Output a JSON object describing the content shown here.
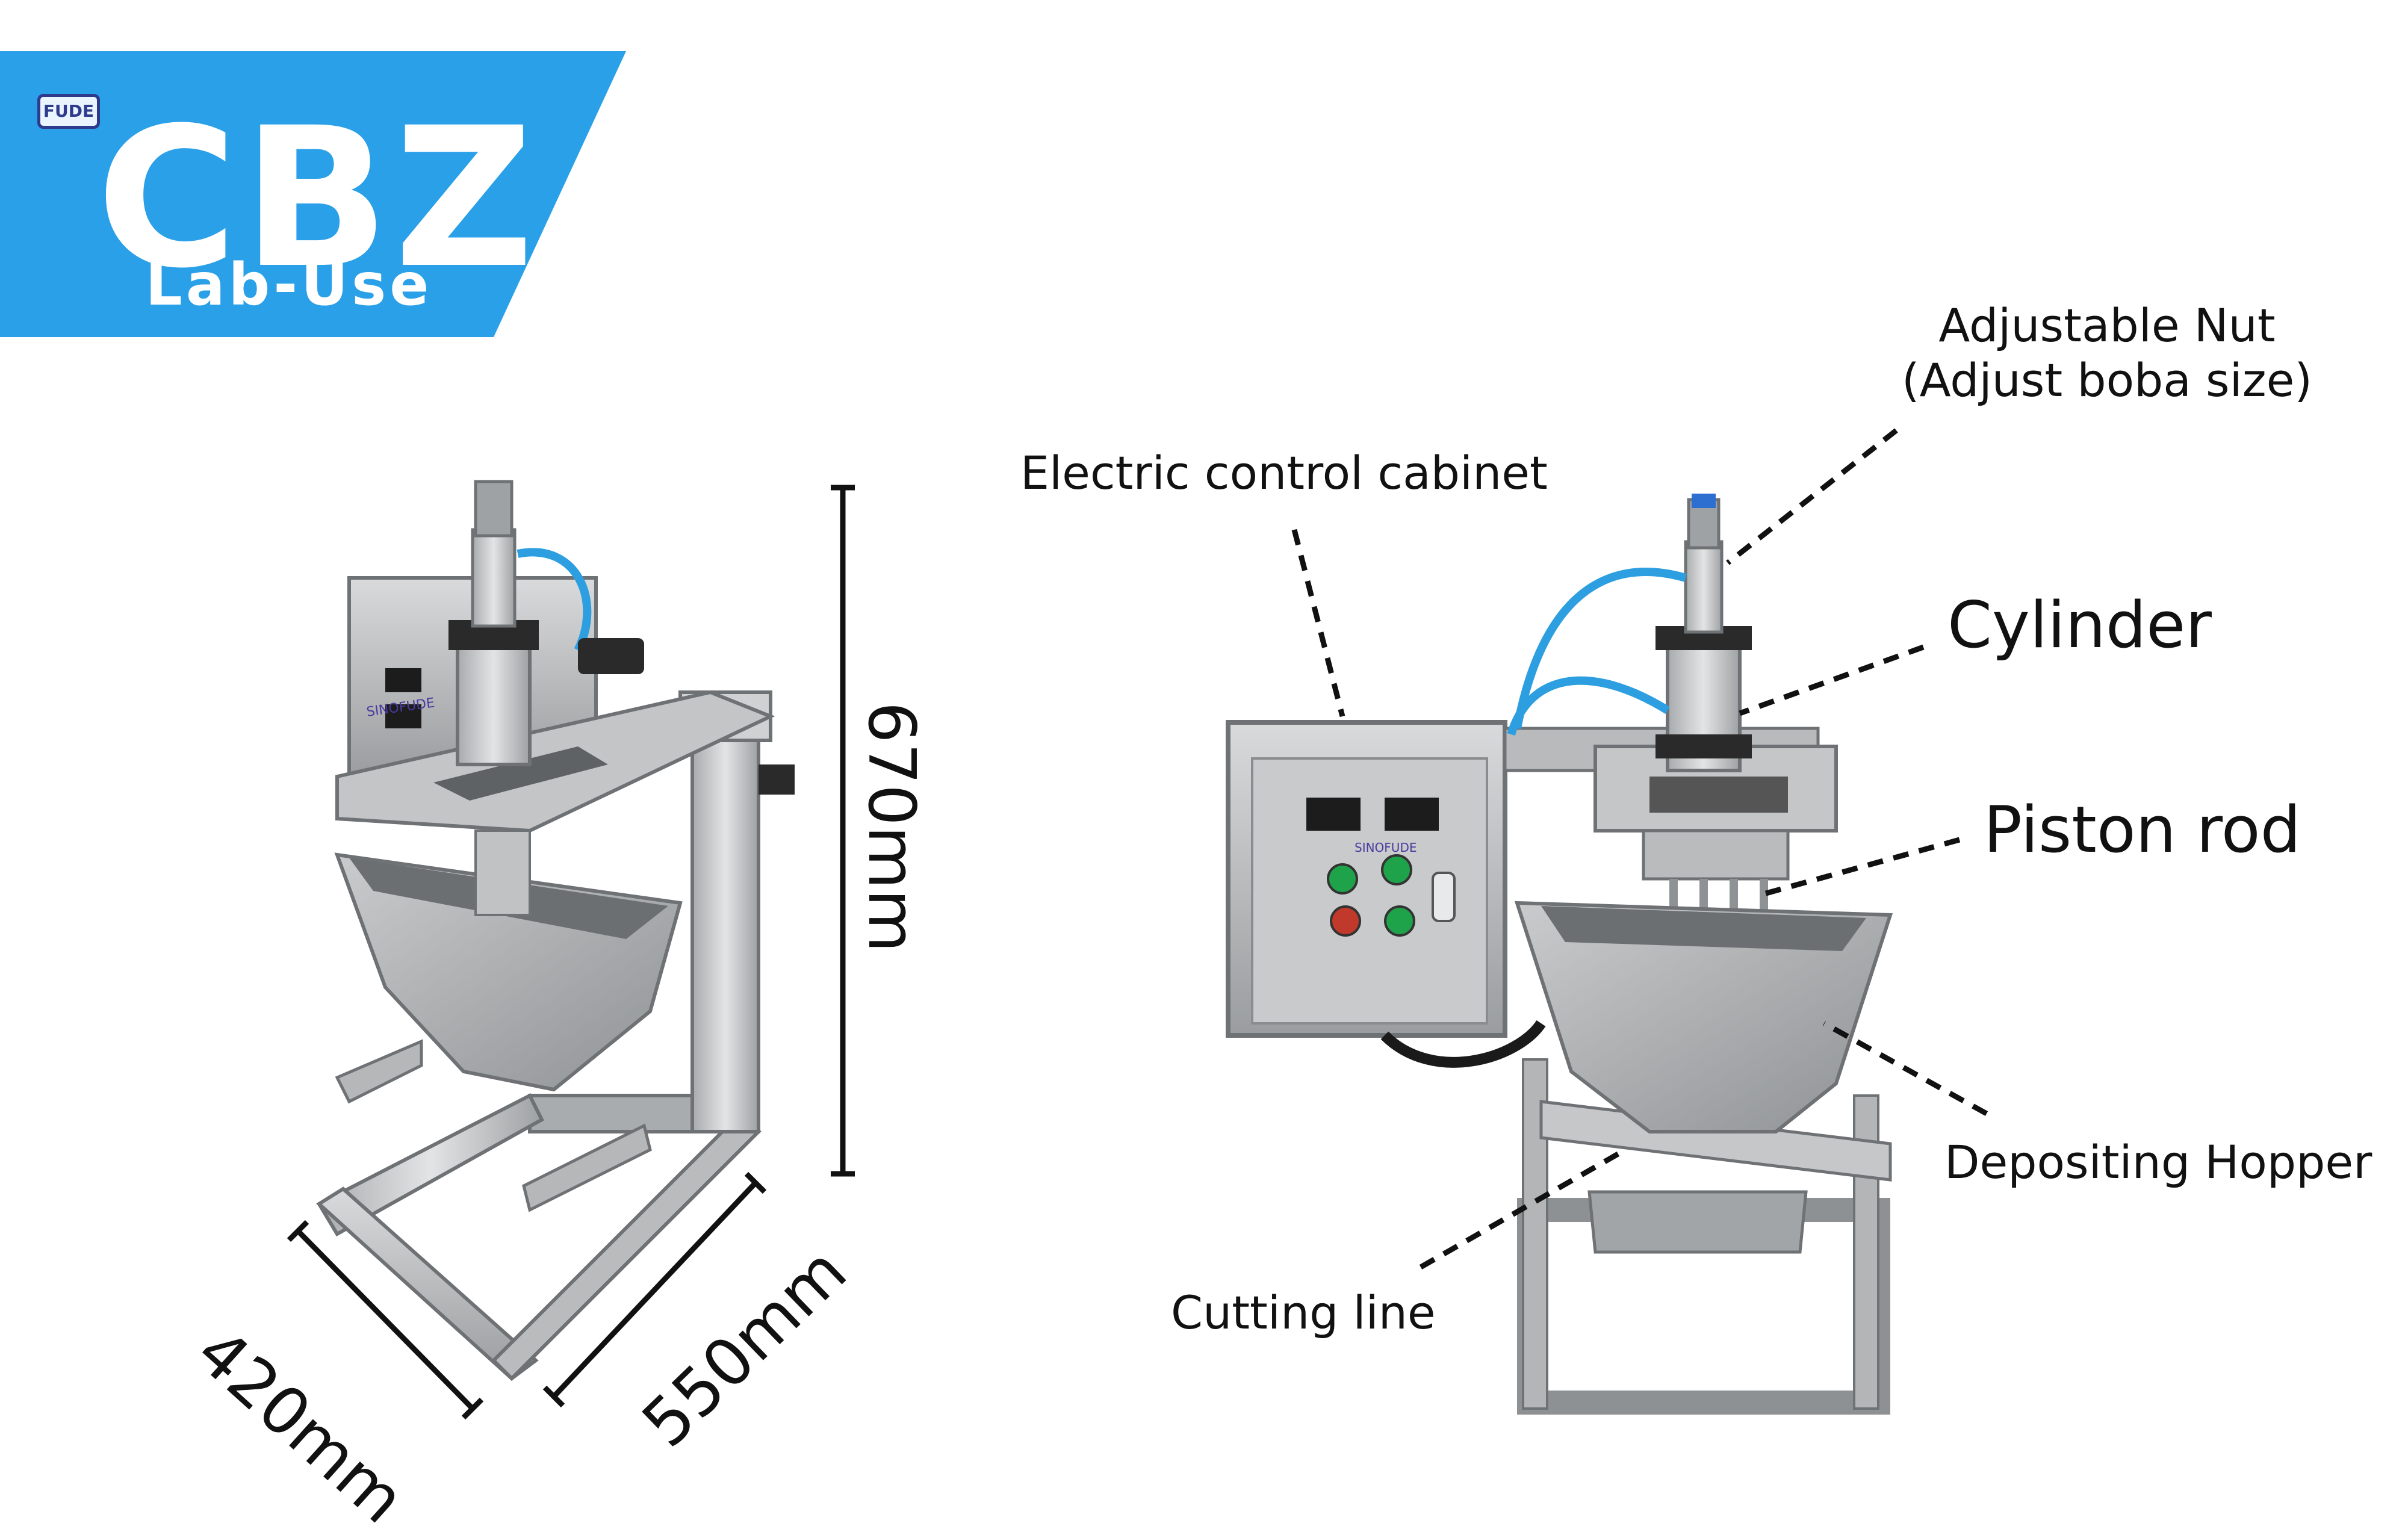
{
  "brand": {
    "badge_text": "FUDE",
    "title": "CBZ",
    "subtitle": "Lab-Use",
    "banner_color": "#2aa0e8"
  },
  "dimensions": {
    "height": "670mm",
    "depth": "420mm",
    "width": "550mm"
  },
  "labels": {
    "adjustable_nut_line1": "Adjustable Nut",
    "adjustable_nut_line2": "(Adjust boba size)",
    "electric_cabinet": "Electric control cabinet",
    "cylinder": "Cylinder",
    "piston_rod": "Piston rod",
    "depositing_hopper": "Depositing Hopper",
    "cutting_line": "Cutting line"
  },
  "machine_markings": {
    "left_panel_brand": "SINOFUDE",
    "right_panel_brand": "SINOFUDE"
  },
  "colors": {
    "steel": "#b7b9bb",
    "steel_dark": "#7d8083",
    "steel_light": "#e2e3e4",
    "hose_blue": "#2d9fe0",
    "button_green": "#1fa34a"
  }
}
